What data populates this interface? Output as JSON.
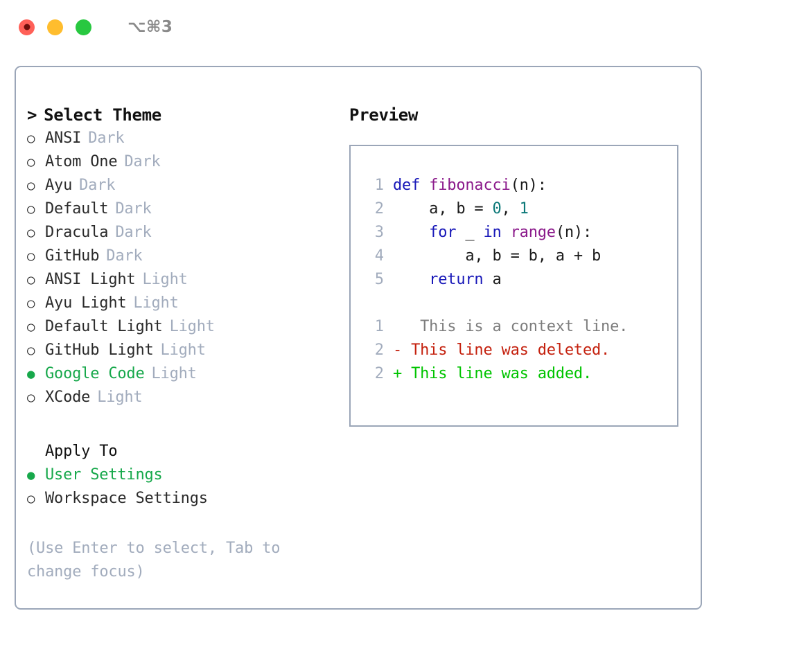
{
  "window": {
    "shortcut_label": "⌥⌘3",
    "controls": [
      {
        "name": "close",
        "color": "#ff6058"
      },
      {
        "name": "minimize",
        "color": "#ffbd2e"
      },
      {
        "name": "maximize",
        "color": "#28c840"
      }
    ]
  },
  "theme_panel": {
    "header": "Select Theme",
    "caret": ">",
    "bullet_on": "●",
    "bullet_off": "○",
    "accent_color": "#17a84b",
    "muted_color": "#a2acbd",
    "options": [
      {
        "label": "ANSI",
        "suffix": "Dark",
        "selected": false
      },
      {
        "label": "Atom One",
        "suffix": "Dark",
        "selected": false
      },
      {
        "label": "Ayu",
        "suffix": "Dark",
        "selected": false
      },
      {
        "label": "Default",
        "suffix": "Dark",
        "selected": false
      },
      {
        "label": "Dracula",
        "suffix": "Dark",
        "selected": false
      },
      {
        "label": "GitHub",
        "suffix": "Dark",
        "selected": false
      },
      {
        "label": "ANSI Light",
        "suffix": "Light",
        "selected": false
      },
      {
        "label": "Ayu Light",
        "suffix": "Light",
        "selected": false
      },
      {
        "label": "Default Light",
        "suffix": "Light",
        "selected": false
      },
      {
        "label": "GitHub Light",
        "suffix": "Light",
        "selected": false
      },
      {
        "label": "Google Code",
        "suffix": "Light",
        "selected": true
      },
      {
        "label": "XCode",
        "suffix": "Light",
        "selected": false
      }
    ]
  },
  "apply_to": {
    "title": "Apply To",
    "options": [
      {
        "label": "User Settings",
        "selected": true
      },
      {
        "label": "Workspace Settings",
        "selected": false
      }
    ]
  },
  "hint": "(Use Enter to select, Tab to change focus)",
  "preview": {
    "title": "Preview",
    "code_lines": [
      {
        "number": "1",
        "tokens": [
          {
            "text": "def ",
            "cls": "tok-kw"
          },
          {
            "text": "fibonacci",
            "cls": "tok-fn"
          },
          {
            "text": "(n):",
            "cls": "tok-txt"
          }
        ]
      },
      {
        "number": "2",
        "tokens": [
          {
            "text": "    a, b = ",
            "cls": "tok-txt"
          },
          {
            "text": "0",
            "cls": "tok-num"
          },
          {
            "text": ", ",
            "cls": "tok-txt"
          },
          {
            "text": "1",
            "cls": "tok-num"
          }
        ]
      },
      {
        "number": "3",
        "tokens": [
          {
            "text": "    for",
            "cls": "tok-kw"
          },
          {
            "text": " _ ",
            "cls": "tok-txt"
          },
          {
            "text": "in",
            "cls": "tok-kw"
          },
          {
            "text": " ",
            "cls": "tok-txt"
          },
          {
            "text": "range",
            "cls": "tok-fn"
          },
          {
            "text": "(n):",
            "cls": "tok-txt"
          }
        ]
      },
      {
        "number": "4",
        "tokens": [
          {
            "text": "        a, b = b, a + b",
            "cls": "tok-txt"
          }
        ]
      },
      {
        "number": "5",
        "tokens": [
          {
            "text": "    return",
            "cls": "tok-kw"
          },
          {
            "text": " a",
            "cls": "tok-txt"
          }
        ]
      }
    ],
    "diff_lines": [
      {
        "number": "1",
        "marker": " ",
        "text": "  This is a context line.",
        "cls": "diff-ctx"
      },
      {
        "number": "2",
        "marker": "-",
        "text": " This line was deleted.",
        "cls": "diff-del"
      },
      {
        "number": "2",
        "marker": "+",
        "text": " This line was added.",
        "cls": "diff-add"
      }
    ]
  }
}
